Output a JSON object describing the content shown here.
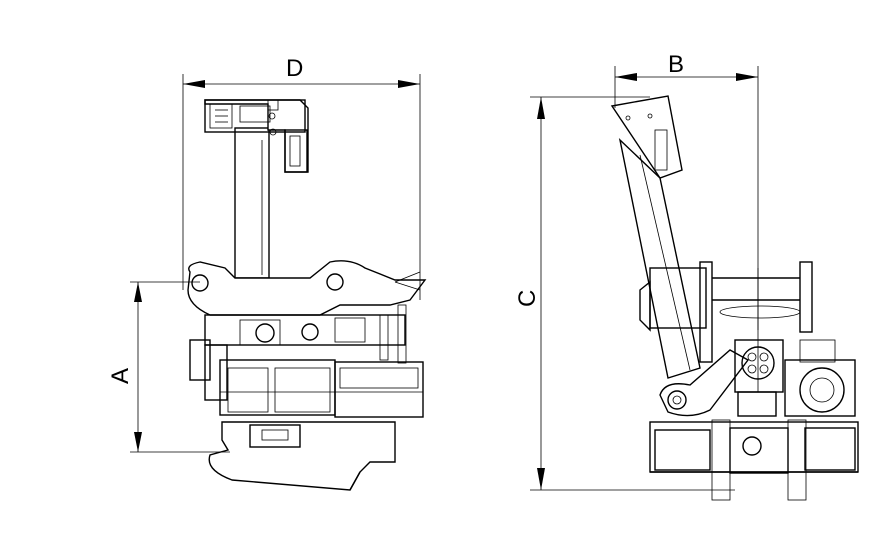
{
  "dimensions": {
    "width_label": "D",
    "height_left_label": "A",
    "depth_label": "B",
    "height_right_label": "C"
  },
  "colors": {
    "line": "#000000",
    "background": "#ffffff"
  }
}
